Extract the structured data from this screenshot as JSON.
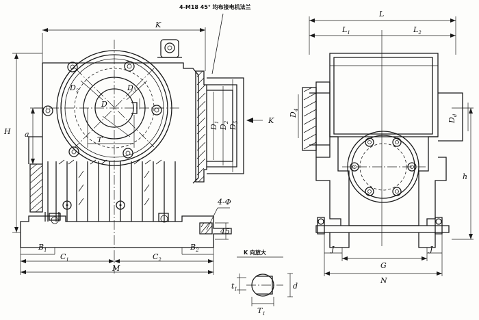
{
  "notes": {
    "flange": "4-M18  45° 均布接电机法兰",
    "view": "K 向放大",
    "holes": "4-Φ"
  },
  "dims": {
    "K_top": "K",
    "K_arrow": "K",
    "H": "H",
    "a": "a",
    "M": "M",
    "B1": "B",
    "B1_sub": "1",
    "C1": "C",
    "C1_sub": "1",
    "C2": "C",
    "C2_sub": "2",
    "B2": "B",
    "B2_sub": "2",
    "D": "D",
    "D2": "D",
    "D2_sub": "2",
    "D3": "D",
    "D3_sub": "3",
    "T": "T",
    "D1": "D",
    "D1_sub": "1",
    "Dr2": "D",
    "Dr2_sub": "2",
    "D5": "D",
    "D5_sub": "5",
    "h45": "45",
    "L": "L",
    "L1": "L",
    "L1_sub": "1",
    "L2": "L",
    "L2_sub": "2",
    "D4": "D",
    "D4_sub": "4",
    "Dd": "D",
    "Dd_sub": "d",
    "h": "h",
    "J_left": "J",
    "J_right": "J",
    "G": "G",
    "N": "N",
    "t1": "t",
    "t1_sub": "1",
    "d": "d",
    "T1": "T",
    "T1_sub": "1"
  }
}
